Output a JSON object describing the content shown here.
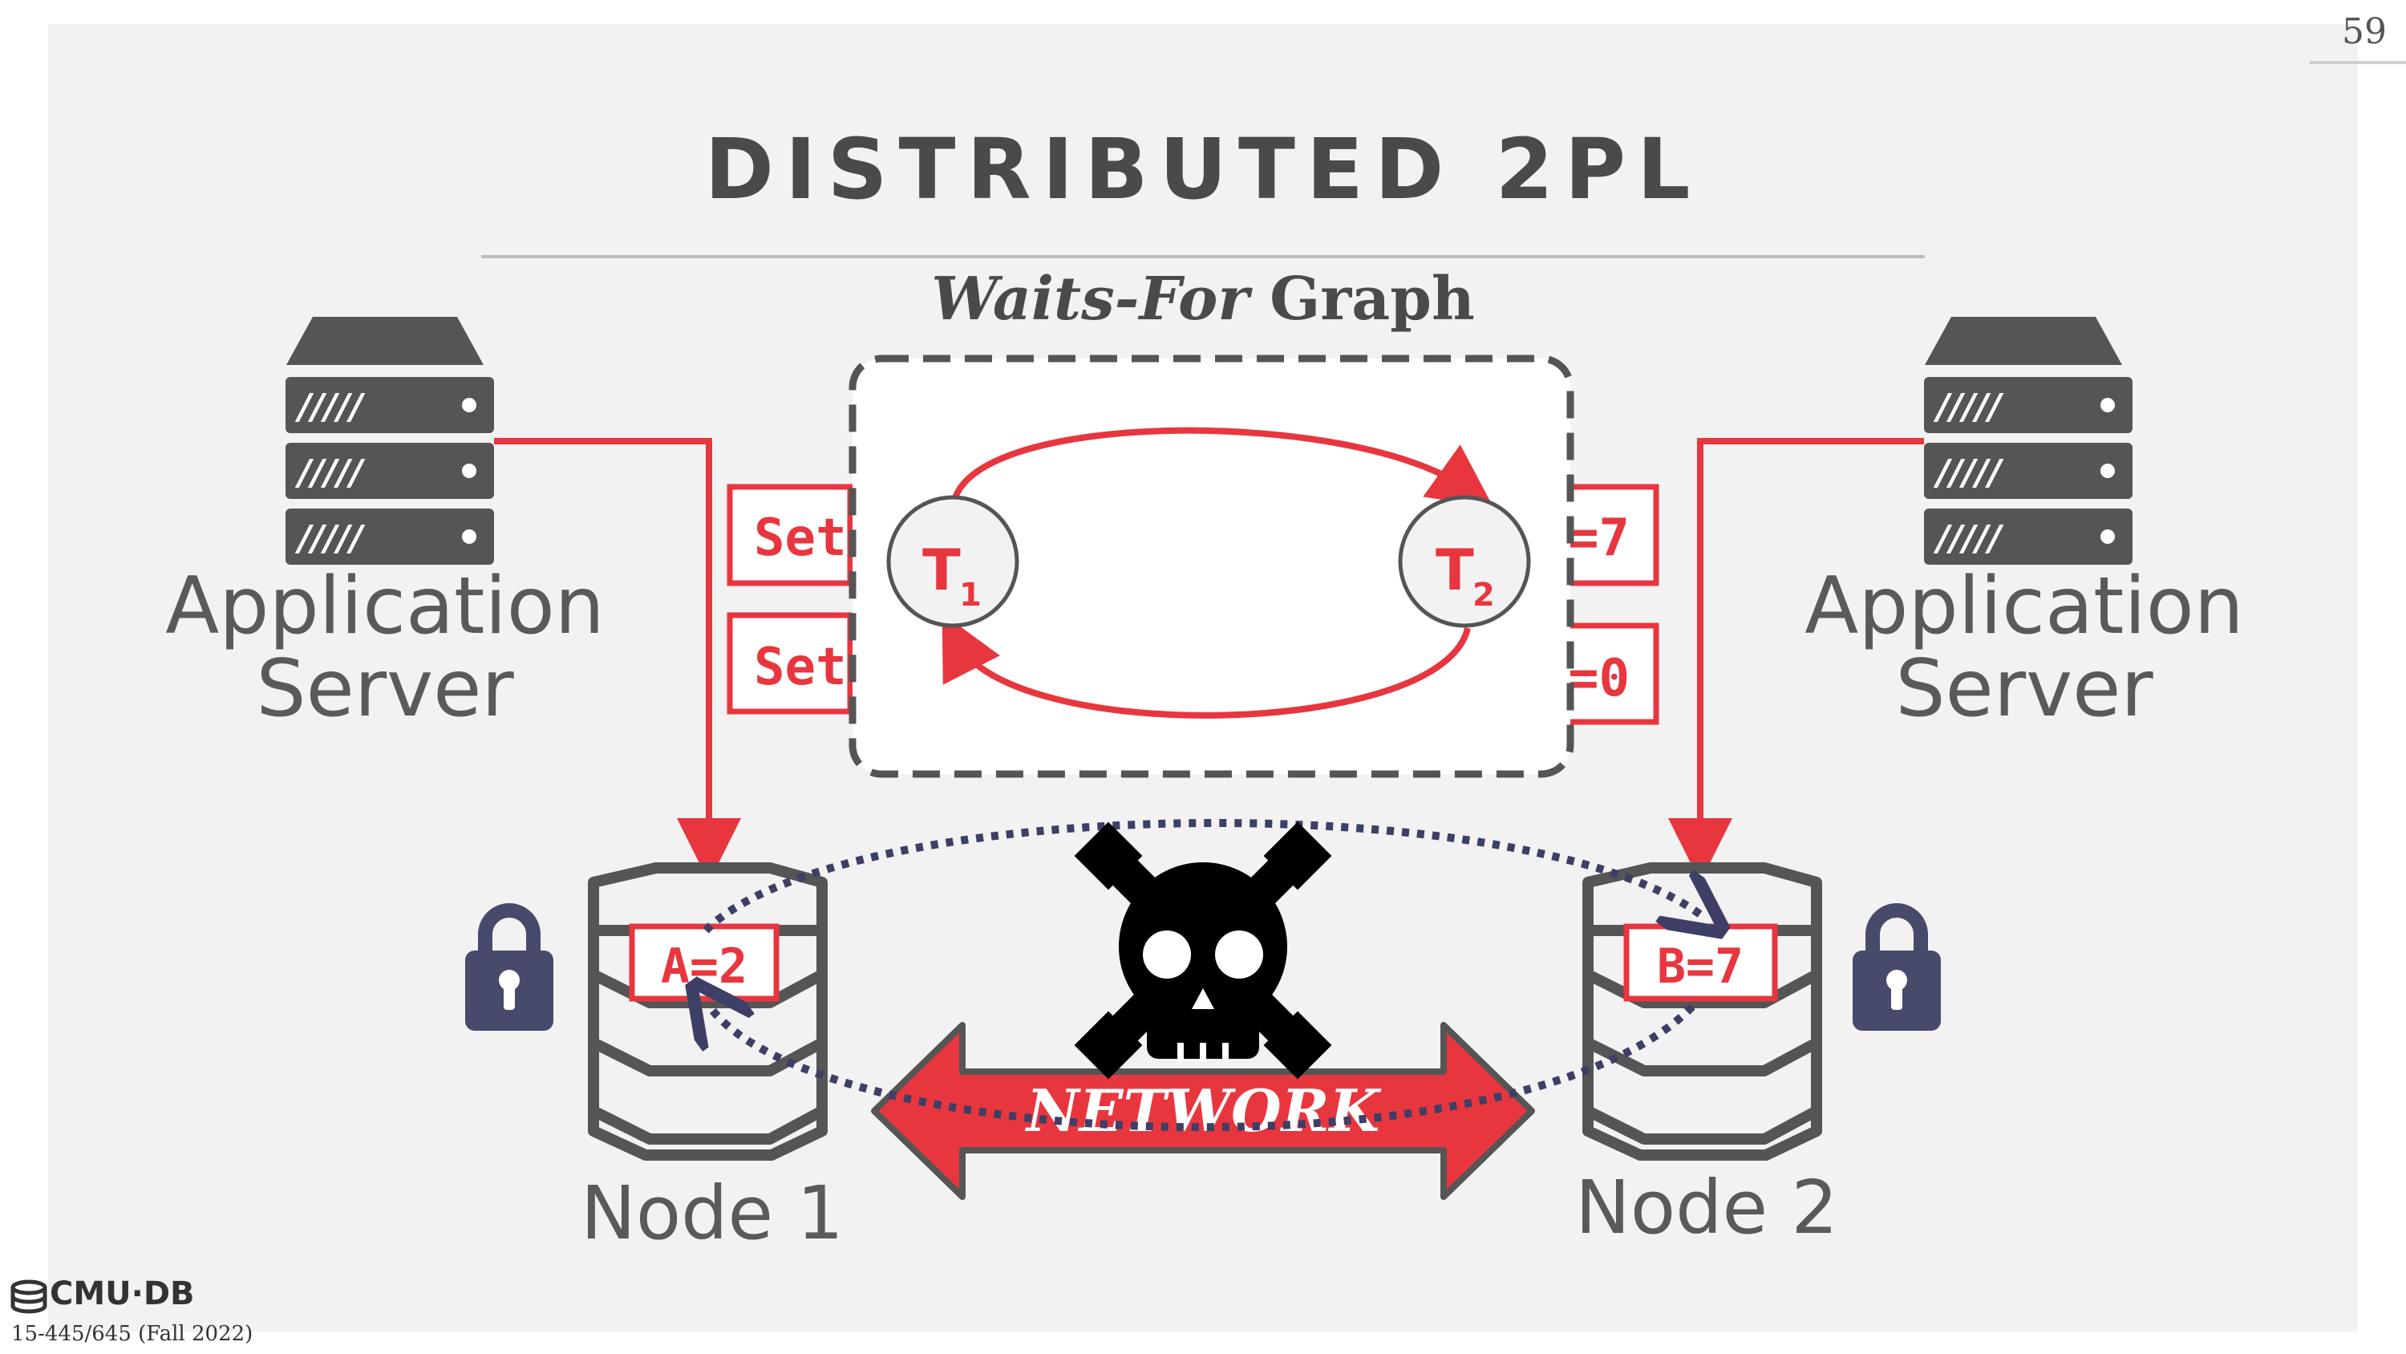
{
  "slide": {
    "title": "DISTRIBUTED 2PL",
    "page_number": "59"
  },
  "waits_for": {
    "title_italic": "Waits-For",
    "title_rest": "Graph",
    "t1_main": "T",
    "t1_sub": "1",
    "t2_main": "T",
    "t2_sub": "2"
  },
  "requests": {
    "left_top": "Set",
    "left_bottom": "Set",
    "right_top": "=7",
    "right_bottom": "=0"
  },
  "servers": {
    "left_label_line1": "Application",
    "left_label_line2": "Server",
    "right_label_line1": "Application",
    "right_label_line2": "Server"
  },
  "nodes": {
    "node1_label": "Node 1",
    "node2_label": "Node 2",
    "node1_value": "A=2",
    "node2_value": "B=7"
  },
  "network": {
    "label": "NETWORK"
  },
  "footer": {
    "logo": "CMU·DB",
    "course": "15-445/645 (Fall 2022)"
  },
  "colors": {
    "accent_red": "#e8363f",
    "dark_gray": "#555555",
    "lock_navy": "#474a6b",
    "background": "#f2f2f2"
  },
  "icons": [
    "server-icon",
    "database-icon",
    "lock-icon",
    "skull-crossbones-icon",
    "double-arrow"
  ]
}
